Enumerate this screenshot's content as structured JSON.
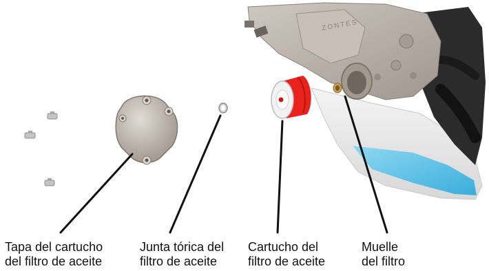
{
  "labels": {
    "tapa": {
      "line1": "Tapa del cartucho",
      "line2": "del filtro de aceite"
    },
    "junta": {
      "line1": "Junta tórica del",
      "line2": "filtro de aceite"
    },
    "cartucho": {
      "line1": "Cartucho del",
      "line2": "filtro de aceite"
    },
    "muelle": {
      "line1": "Muelle",
      "line2": "del filtro"
    }
  },
  "engine_brand_text": "ZONTES",
  "colors": {
    "leader_line": "#111111",
    "filter_red": "#e8231c",
    "fairing_blue": "#5cc3e8",
    "cover_metal": "#bcb3ab",
    "engine_metal": "#b9b1a9"
  }
}
